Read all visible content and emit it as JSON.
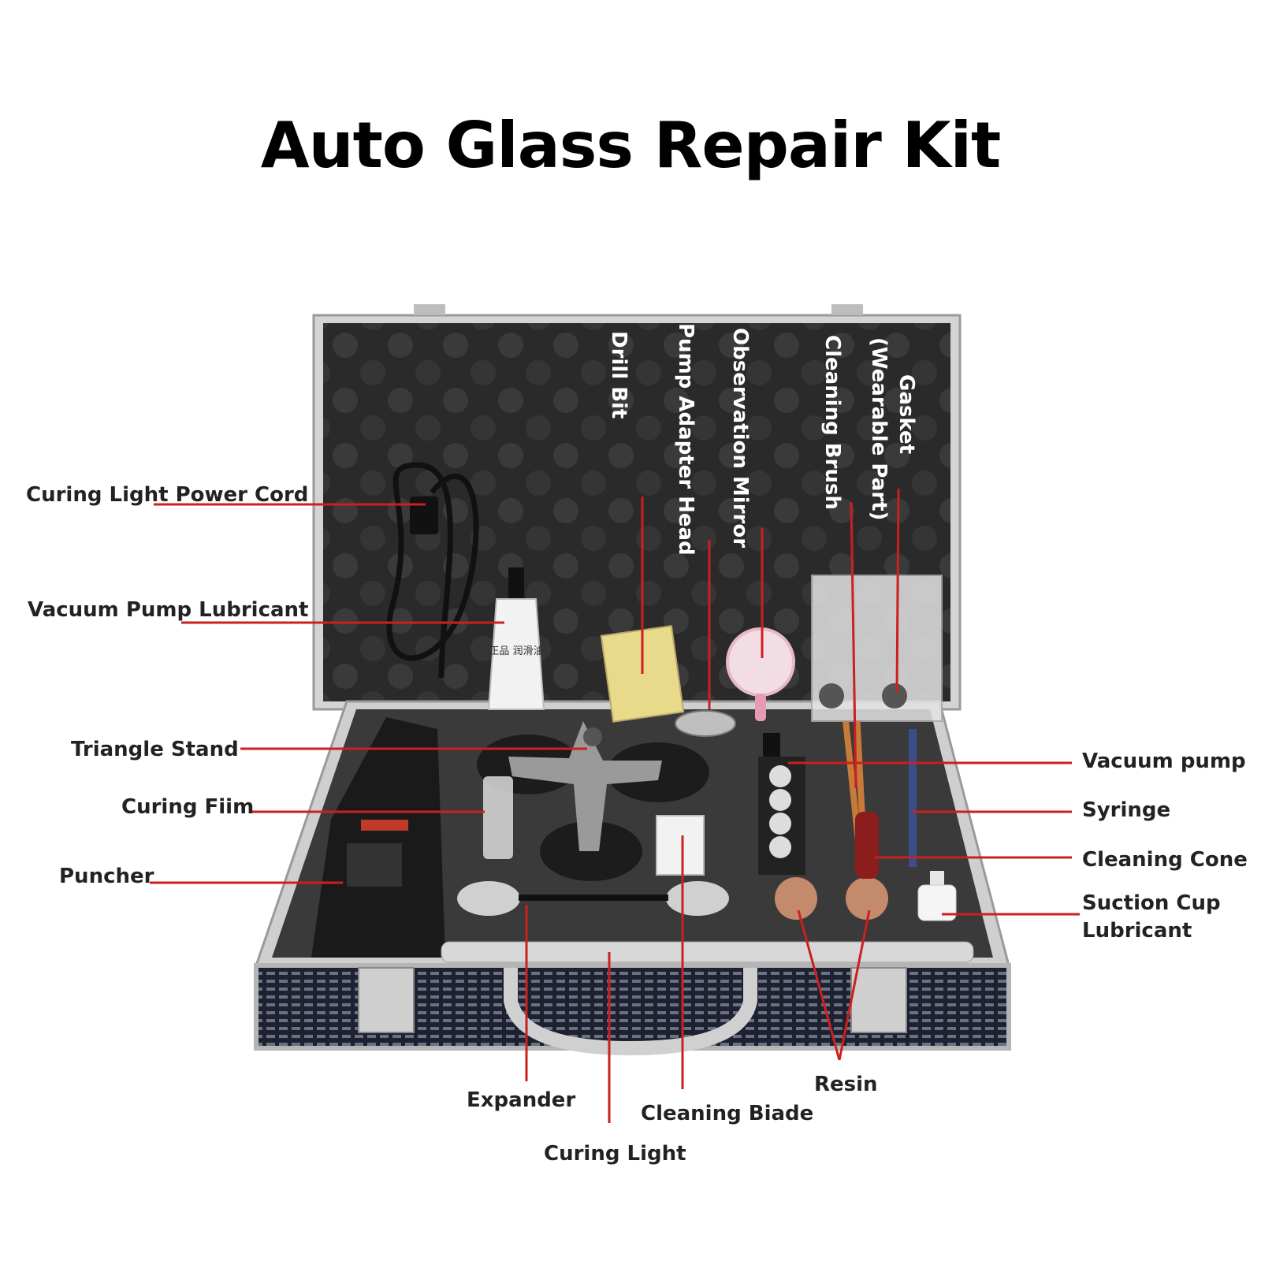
{
  "title": "Auto Glass Repair Kit",
  "labels": {
    "curing_light_power_cord": "Curing Light Power Cord",
    "vacuum_pump_lubricant": "Vacuum Pump Lubricant",
    "triangle_stand": "Triangle Stand",
    "curing_film": "Curing Fiim",
    "puncher": "Puncher",
    "drill_bit": "Drill Bit",
    "pump_adapter_head": "Pump Adapter Head",
    "observation_mirror": "Observation Mirror",
    "cleaning_brush": "Cleaning Brush",
    "gasket_line1": "Gasket",
    "gasket_line2": "(Wearable Part)",
    "vacuum_pump": "Vacuum pump",
    "syringe": "Syringe",
    "cleaning_cone": "Cleaning Cone",
    "suction_cup_lubricant_line1": "Suction Cup",
    "suction_cup_lubricant_line2": "Lubricant",
    "expander": "Expander",
    "curing_light": "Curing Light",
    "cleaning_blade": "Cleaning Biade",
    "resin": "Resin"
  },
  "product_text": {
    "lubricant_tube": "正品 润滑油"
  },
  "colors": {
    "leader_line": "#cc1f1f",
    "case_foam": "#2f2f2f",
    "case_frame": "#c9c9c9"
  }
}
